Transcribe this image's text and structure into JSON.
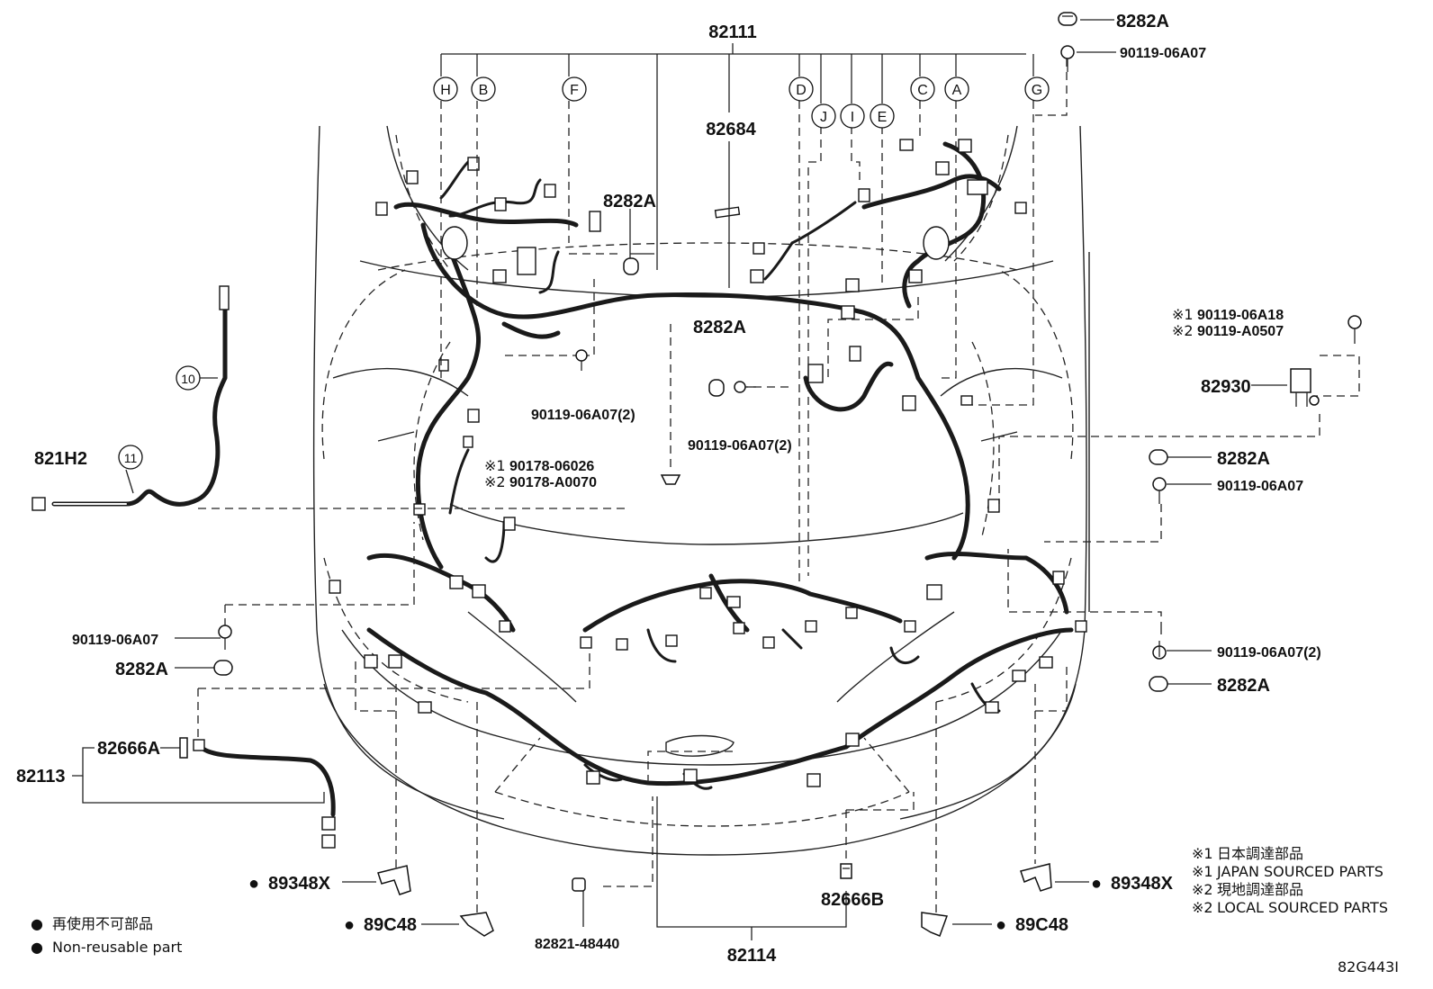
{
  "diagram_id": "82G443I",
  "part_labels": {
    "main_harness": "82111",
    "label_82684": "82684",
    "clip_top": "8282A",
    "clip_mid_left": "8282A",
    "clip_mid_center": "8282A",
    "clip_right": "8282A",
    "clip_left_lower": "8282A",
    "clip_right_lower": "8282A",
    "bolt_top": "90119-06A07",
    "bolt_mid_left": "90119-06A07(2)",
    "bolt_mid_center": "90119-06A07(2)",
    "bolt_right": "90119-06A07",
    "bolt_left_lower": "90119-06A07",
    "bolt_right_lower": "90119-06A07(2)",
    "clip_variant_1": "90178-06026",
    "clip_variant_2": "90178-A0070",
    "bolt_variant_1": "90119-06A18",
    "bolt_variant_2": "90119-A0507",
    "relay_block": "82930",
    "sub_harness_left": "821H2",
    "sub_harness_lower": "82113",
    "clamp_82666A": "82666A",
    "clamp_82666B": "82666B",
    "bracket_left": "89348X",
    "bracket_right": "89348X",
    "retainer_left": "89C48",
    "retainer_right": "89C48",
    "connector": "82821-48440",
    "front_harness": "82114"
  },
  "mark_1": "※1",
  "mark_2": "※2",
  "callouts": [
    "H",
    "B",
    "F",
    "D",
    "J",
    "I",
    "E",
    "C",
    "A",
    "G"
  ],
  "callouts_numbered": [
    "10",
    "11"
  ],
  "legend": {
    "bullet": "●",
    "non_reusable_jp": "再使用不可部品",
    "non_reusable_en": "Non-reusable part",
    "note1_jp": "日本調達部品",
    "note1_en": "JAPAN SOURCED PARTS",
    "note2_jp": "現地調達部品",
    "note2_en": "LOCAL SOURCED PARTS"
  }
}
